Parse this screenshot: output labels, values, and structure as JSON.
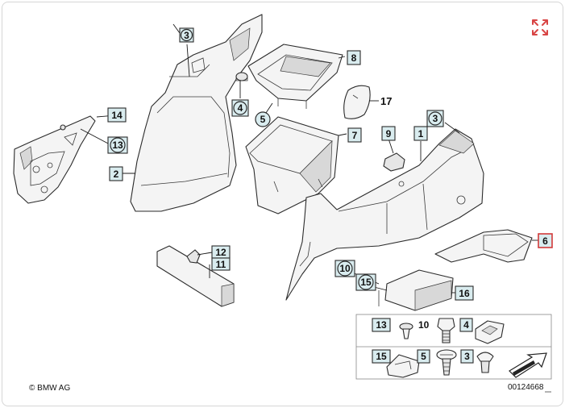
{
  "labels": {
    "l1": "1",
    "l2": "2",
    "l3a": "3",
    "l3b": "3",
    "l3c": "3",
    "l4a": "4",
    "l4b": "4",
    "l5a": "5",
    "l5b": "5",
    "l6": "6",
    "l7": "7",
    "l8": "8",
    "l9": "9",
    "l10a": "10",
    "l10b": "10",
    "l11": "11",
    "l12": "12",
    "l13a": "13",
    "l13b": "13",
    "l14": "14",
    "l15a": "15",
    "l15b": "15",
    "l16": "16",
    "l17": "17"
  },
  "copyright": "© BMW AG",
  "diagram_number": "00124668",
  "icons": {
    "expand": "expand-arrows-icon",
    "direction": "forward-arrow-icon"
  },
  "colors": {
    "label_fill": "#d9ecef",
    "highlight": "#d23a3a"
  }
}
